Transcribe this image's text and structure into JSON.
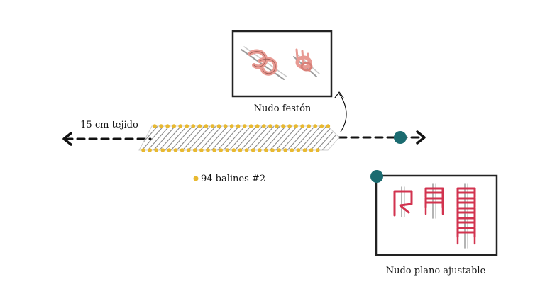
{
  "labels": {
    "knot_top": "Nudo festón",
    "length": "15 cm tejido",
    "beads": "94 balines #2",
    "knot_bottom": "Nudo plano ajustable"
  },
  "colors": {
    "line": "#111111",
    "bead": "#e8b931",
    "dot": "#1b6b70",
    "cord_pink": "#e89a93",
    "cord_red": "#d2334f",
    "stripe": "#8a8a8a"
  },
  "icons": {
    "left_arrow": "arrow-left-icon",
    "right_arrow": "arrow-right-icon",
    "curved_arrow": "curved-arrow-icon"
  }
}
